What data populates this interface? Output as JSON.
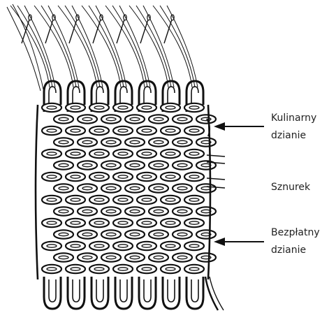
{
  "labels": {
    "top_line1": "Kulinarny",
    "top_line2": "dzianie",
    "middle": "Sznurek",
    "bottom_line1": "Bezpłatny",
    "bottom_line2": "dzianie"
  },
  "colors": {
    "ink": "#111111",
    "paper": "#ffffff"
  }
}
